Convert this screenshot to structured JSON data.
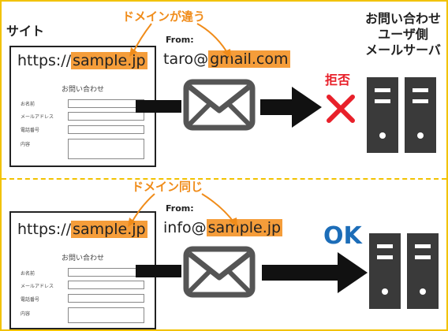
{
  "top": {
    "site_label": "サイト",
    "domain_note": "ドメインが違う",
    "url_prefix": "https://",
    "url_domain": "sample.jp",
    "from_label": "From:",
    "email_local": "taro@",
    "email_domain": "gmail.com",
    "result_label": "拒否"
  },
  "bottom": {
    "domain_note": "ドメイン同じ",
    "url_prefix": "https://",
    "url_domain": "sample.jp",
    "from_label": "From:",
    "email_local": "info@",
    "email_domain": "sample.jp",
    "result_label": "OK"
  },
  "server": {
    "title_lines": [
      "お問い合わせ",
      "ユーザ側",
      "メールサーバ"
    ]
  },
  "form": {
    "title": "お問い合わせ",
    "fields": [
      "お名前",
      "メールアドレス",
      "電話番号",
      "内容"
    ]
  },
  "colors": {
    "highlight": "#f59d3a",
    "note": "#f08c1a",
    "reject": "#e8202a",
    "ok": "#1c6db8",
    "frame": "#f2c200",
    "server": "#3a3a3a"
  }
}
